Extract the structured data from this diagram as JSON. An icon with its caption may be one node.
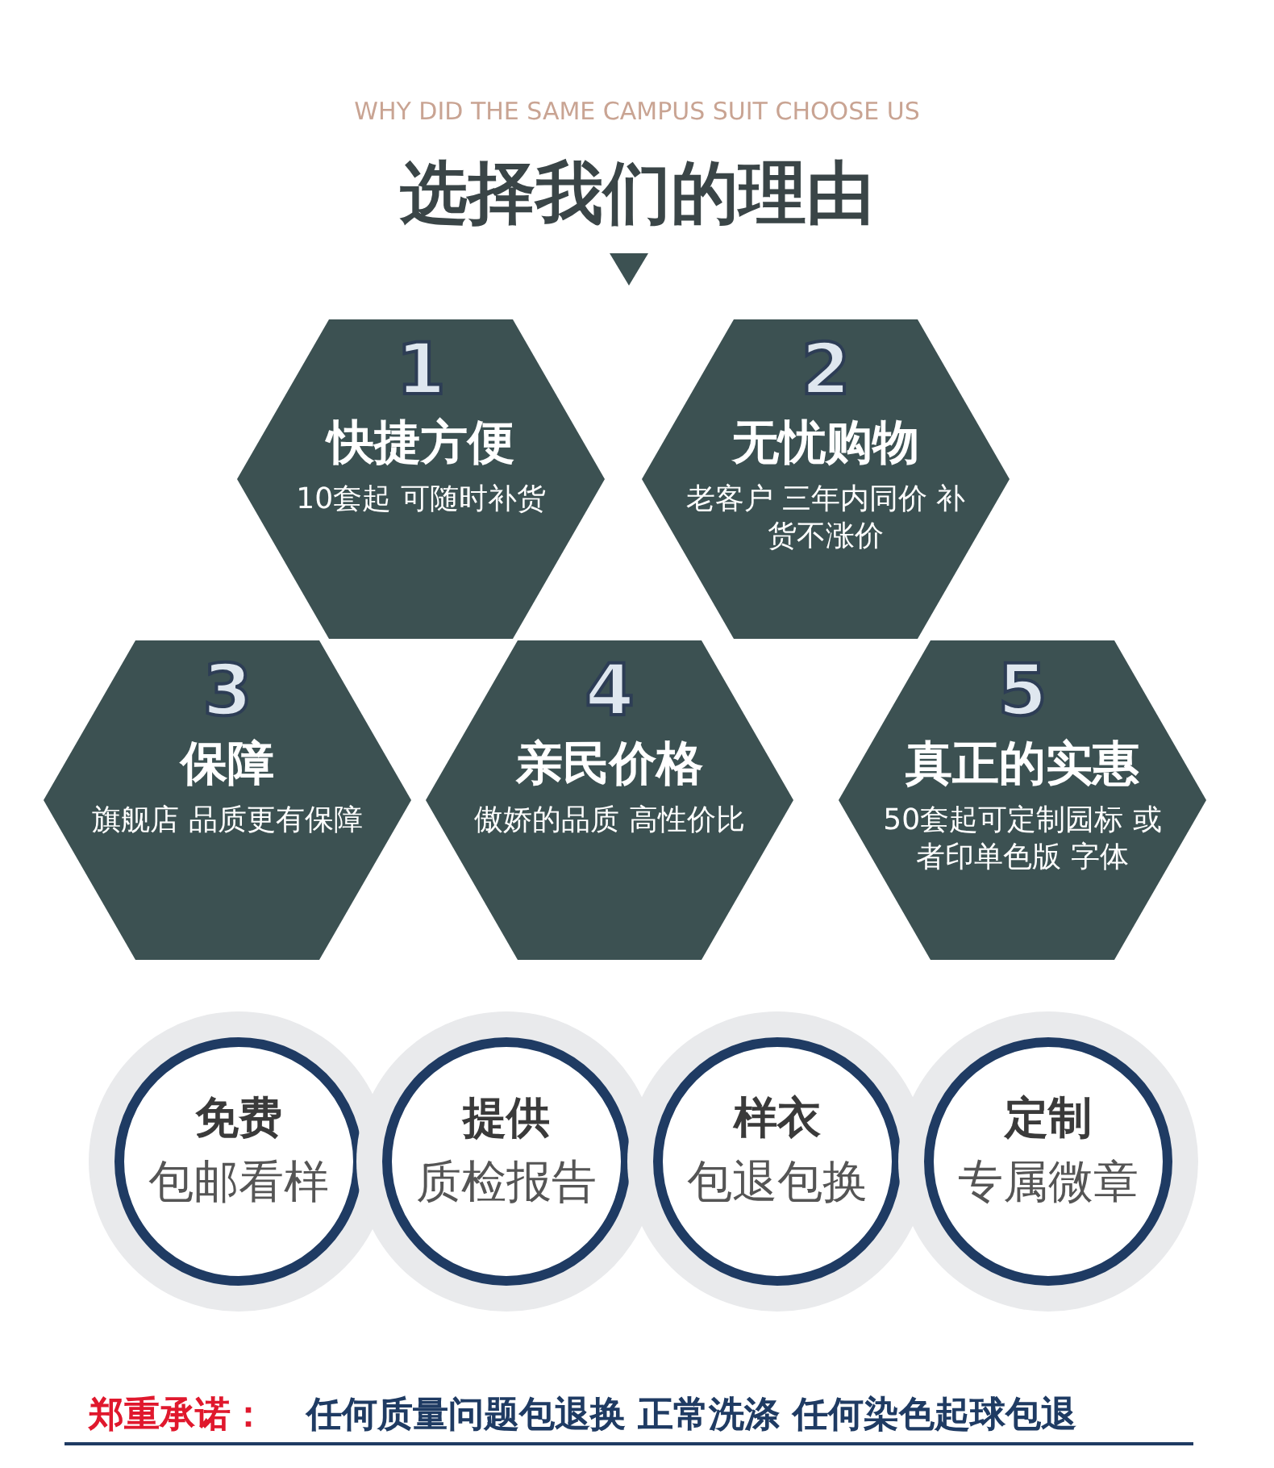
{
  "diagram": {
    "title": "选择我们的理由",
    "nodes": [
      {
        "text": [
          "1",
          "快捷方便",
          "10套起 可随时补货"
        ]
      },
      {
        "text": [
          "2",
          "无忧购物",
          "老客户 三年内同价 补货不涨价"
        ]
      },
      {
        "text": [
          "3",
          "保障",
          "旗舰店 品质更有保障"
        ]
      },
      {
        "text": [
          "4",
          "亲民价格",
          "傲娇的品质 高性价比"
        ]
      },
      {
        "text": [
          "5",
          "真正的实惠",
          "50套起可定制园标 或者印单色版 字体"
        ]
      },
      {
        "text": [
          "免费",
          "包邮看样"
        ]
      },
      {
        "text": [
          "提供",
          "质检报告"
        ]
      },
      {
        "text": [
          "样衣",
          "包退包换"
        ]
      },
      {
        "text": [
          "定制",
          "专属微章"
        ]
      }
    ],
    "labels": [
      "WHY DID THE SAME CAMPUS SUIT CHOOSE US",
      "郑重承诺：",
      "任何质量问题包退换 正常洗涤 任何染色起球包退"
    ]
  }
}
